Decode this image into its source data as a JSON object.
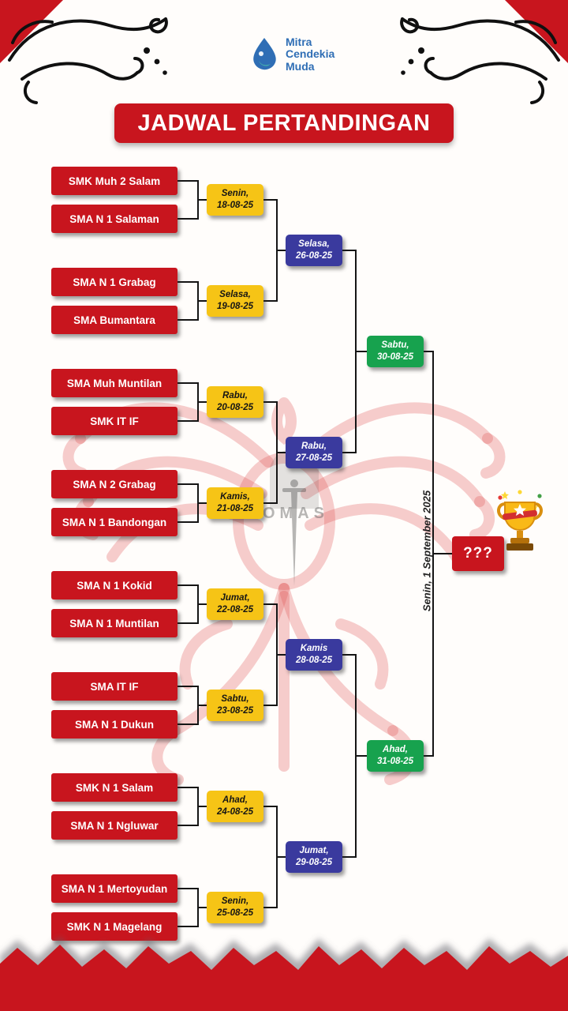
{
  "brand": {
    "line1": "Mitra",
    "line2": "Cendekia",
    "line3": "Muda"
  },
  "title": "JADWAL PERTANDINGAN",
  "teams": [
    "SMK Muh 2 Salam",
    "SMA N 1 Salaman",
    "SMA N 1 Grabag",
    "SMA Bumantara",
    "SMA Muh Muntilan",
    "SMK IT IF",
    "SMA N 2 Grabag",
    "SMA N 1 Bandongan",
    "SMA N 1 Kokid",
    "SMA N 1 Muntilan",
    "SMA IT IF",
    "SMA N 1 Dukun",
    "SMK N 1 Salam",
    "SMA N 1 Ngluwar",
    "SMA N 1 Mertoyudan",
    "SMK N 1 Magelang"
  ],
  "round1": [
    {
      "day": "Senin,",
      "date": "18-08-25"
    },
    {
      "day": "Selasa,",
      "date": "19-08-25"
    },
    {
      "day": "Rabu,",
      "date": "20-08-25"
    },
    {
      "day": "Kamis,",
      "date": "21-08-25"
    },
    {
      "day": "Jumat,",
      "date": "22-08-25"
    },
    {
      "day": "Sabtu,",
      "date": "23-08-25"
    },
    {
      "day": "Ahad,",
      "date": "24-08-25"
    },
    {
      "day": "Senin,",
      "date": "25-08-25"
    }
  ],
  "round2": [
    {
      "day": "Selasa,",
      "date": "26-08-25"
    },
    {
      "day": "Rabu,",
      "date": "27-08-25"
    },
    {
      "day": "Kamis",
      "date": "28-08-25"
    },
    {
      "day": "Jumat,",
      "date": "29-08-25"
    }
  ],
  "semifinals": [
    {
      "day": "Sabtu,",
      "date": "30-08-25"
    },
    {
      "day": "Ahad,",
      "date": "31-08-25"
    }
  ],
  "final": {
    "date_label": "Senin, 1 September 2025",
    "winner_placeholder": "???"
  },
  "watermark_text": "OMAS",
  "colors": {
    "red": "#c8151e",
    "yellow": "#f6c416",
    "blue": "#3a3a9e",
    "green": "#17a24e",
    "brand_blue": "#2f6eb5"
  }
}
